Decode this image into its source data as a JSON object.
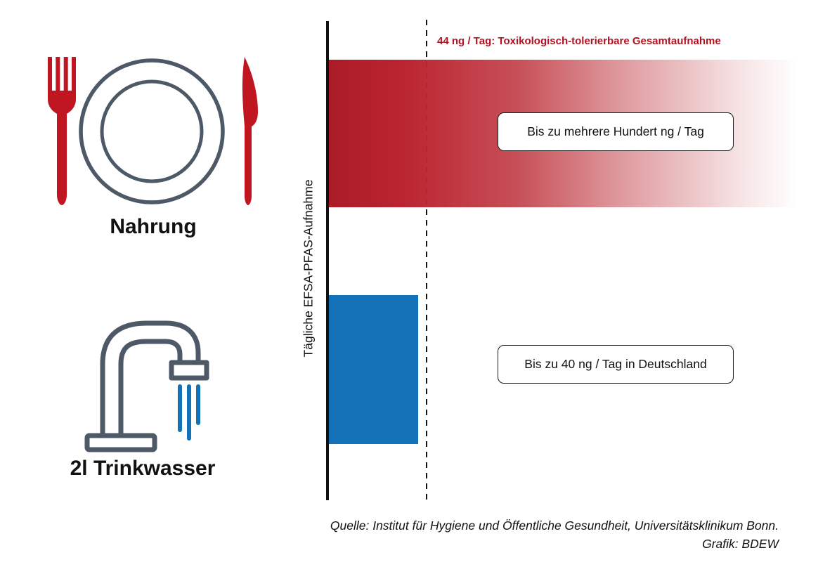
{
  "colors": {
    "accent_red": "#b01220",
    "bar_red_start": "#ab1b28",
    "bar_blue": "#1271b7",
    "icon_gray": "#4d5966",
    "icon_red": "#c01622"
  },
  "left_panel": {
    "food": {
      "icon": "cutlery-plate-icon",
      "label": "Nahrung"
    },
    "water": {
      "icon": "water-tap-icon",
      "label": "2l Trinkwasser"
    }
  },
  "chart": {
    "axis_label": "Tägliche EFSA-PFAS-Aufnahme",
    "threshold_label": "44 ng / Tag: Toxikologisch-tolerierbare Gesamtaufnahme",
    "bars": [
      {
        "category": "Nahrung",
        "annotation": "Bis zu mehrere Hundert ng / Tag",
        "style": "red-gradient"
      },
      {
        "category": "2l Trinkwasser",
        "annotation": "Bis zu 40 ng / Tag in Deutschland",
        "style": "blue-solid"
      }
    ]
  },
  "source": {
    "line1": "Quelle: Institut für Hygiene und Öffentliche Gesundheit, Universitätsklinikum Bonn.",
    "line2": "Grafik: BDEW"
  },
  "chart_data": {
    "type": "bar",
    "orientation": "horizontal",
    "title": "",
    "ylabel": "Tägliche EFSA-PFAS-Aufnahme",
    "unit": "ng / Tag",
    "categories": [
      "Nahrung",
      "2l Trinkwasser"
    ],
    "values": [
      300,
      40
    ],
    "value_labels": [
      "Bis zu mehrere Hundert ng / Tag",
      "Bis zu 40 ng / Tag in Deutschland"
    ],
    "value_notes": [
      "Balken läuft als Farbverlauf über die Skala hinaus (mehrere Hundert ng / Tag)",
      "Balken endet knapp vor der Referenzlinie (40 ng / Tag)"
    ],
    "reference_line": {
      "value": 44,
      "label": "44 ng / Tag: Toxikologisch-tolerierbare Gesamtaufnahme"
    },
    "xlim": [
      0,
      300
    ],
    "grid": false,
    "legend": false
  }
}
